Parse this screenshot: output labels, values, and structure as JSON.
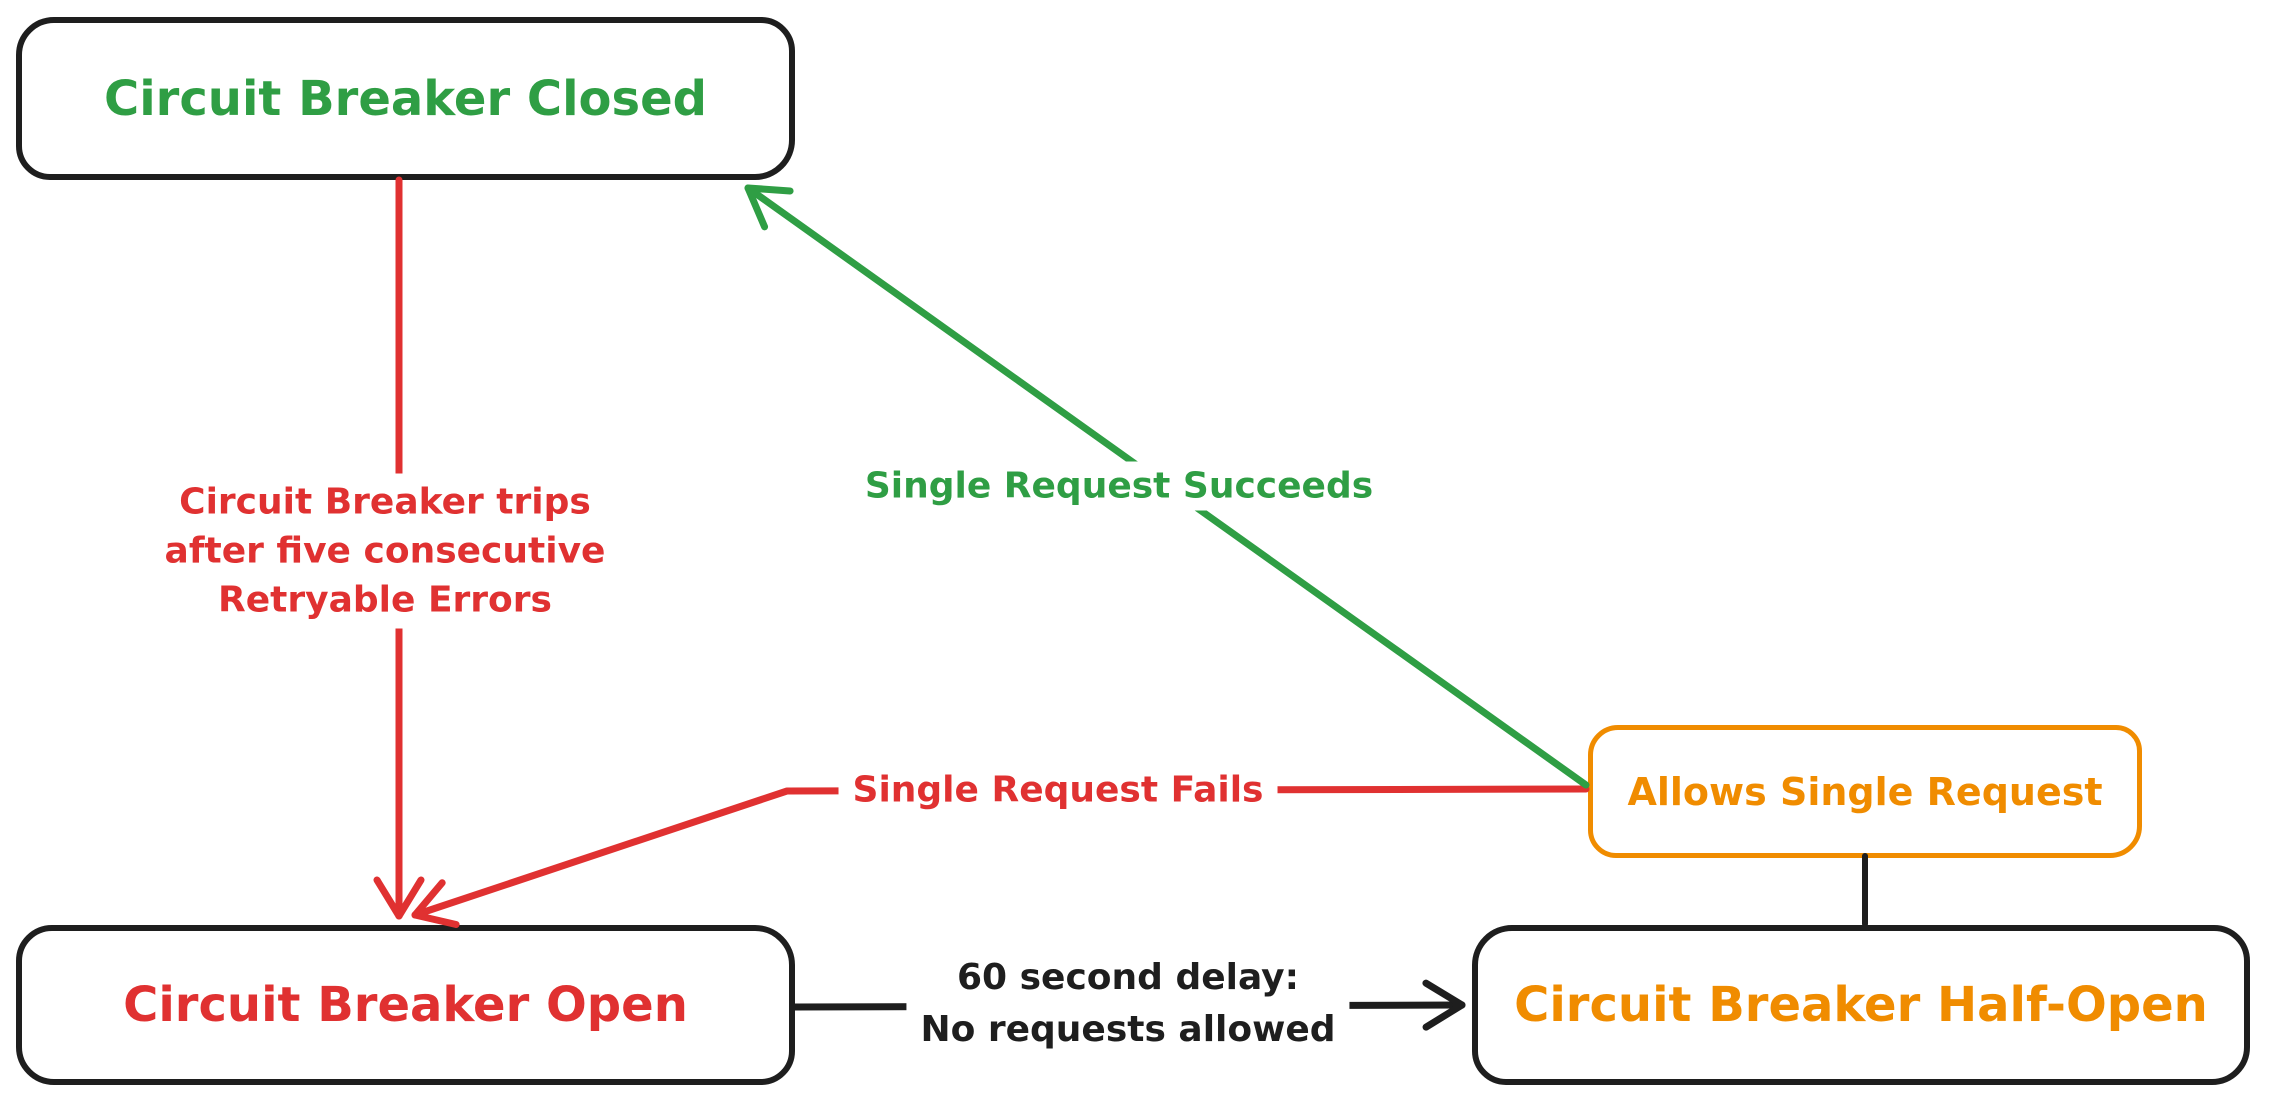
{
  "palette": {
    "green": "#2f9e44",
    "red": "#e03131",
    "orange": "#f08c00",
    "ink": "#1e1e1e",
    "background": "#ffffff"
  },
  "nodes": {
    "closed": {
      "label": "Circuit Breaker Closed",
      "text_color": "#2f9e44",
      "border_color": "#1e1e1e"
    },
    "open": {
      "label": "Circuit Breaker Open",
      "text_color": "#e03131",
      "border_color": "#1e1e1e"
    },
    "half_open": {
      "label": "Circuit Breaker Half-Open",
      "text_color": "#f08c00",
      "border_color": "#1e1e1e"
    },
    "allows": {
      "label": "Allows Single Request",
      "text_color": "#f08c00",
      "border_color": "#f08c00"
    }
  },
  "edges": {
    "trip": {
      "from": "closed",
      "to": "open",
      "color": "#e03131",
      "label_lines": [
        "Circuit Breaker trips",
        "after five consecutive",
        "Retryable Errors"
      ]
    },
    "succeeds": {
      "from": "allows",
      "to": "closed",
      "color": "#2f9e44",
      "label": "Single Request Succeeds"
    },
    "fails": {
      "from": "allows",
      "to": "open",
      "color": "#e03131",
      "label": "Single Request Fails"
    },
    "delay": {
      "from": "open",
      "to": "half_open",
      "color": "#1e1e1e",
      "label_lines": [
        "60 second delay:",
        "No requests allowed"
      ]
    },
    "allows_link": {
      "from": "allows",
      "to": "half_open",
      "color": "#1e1e1e",
      "label": ""
    }
  }
}
